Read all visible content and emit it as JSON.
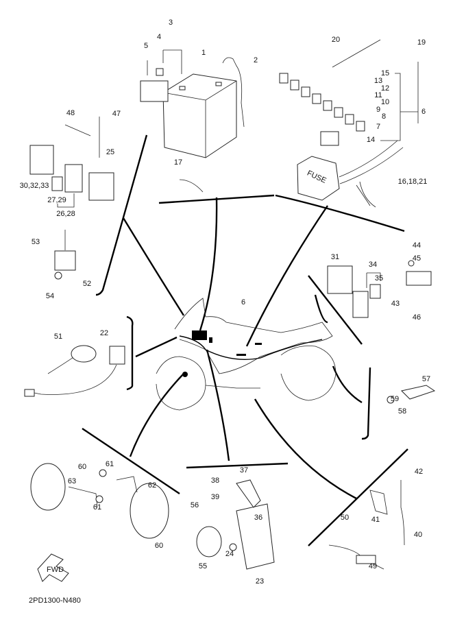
{
  "diagram": {
    "drawing_code": "2PD1300-N480",
    "fwd_label": "FWD",
    "fuse_box_label": "FUSE",
    "callouts": [
      "1",
      "2",
      "3",
      "4",
      "5",
      "20",
      "19",
      "15",
      "13",
      "12",
      "11",
      "10",
      "9",
      "6",
      "8",
      "7",
      "14",
      "16,18,21",
      "17",
      "48",
      "47",
      "25",
      "30,32,33",
      "27,29",
      "26,28",
      "53",
      "52",
      "54",
      "44",
      "45",
      "31",
      "34",
      "35",
      "43",
      "46",
      "6",
      "51",
      "22",
      "57",
      "59",
      "58",
      "60",
      "61",
      "63",
      "62",
      "61",
      "60",
      "37",
      "38",
      "39",
      "36",
      "56",
      "24",
      "55",
      "23",
      "42",
      "41",
      "40",
      "50",
      "49"
    ]
  }
}
